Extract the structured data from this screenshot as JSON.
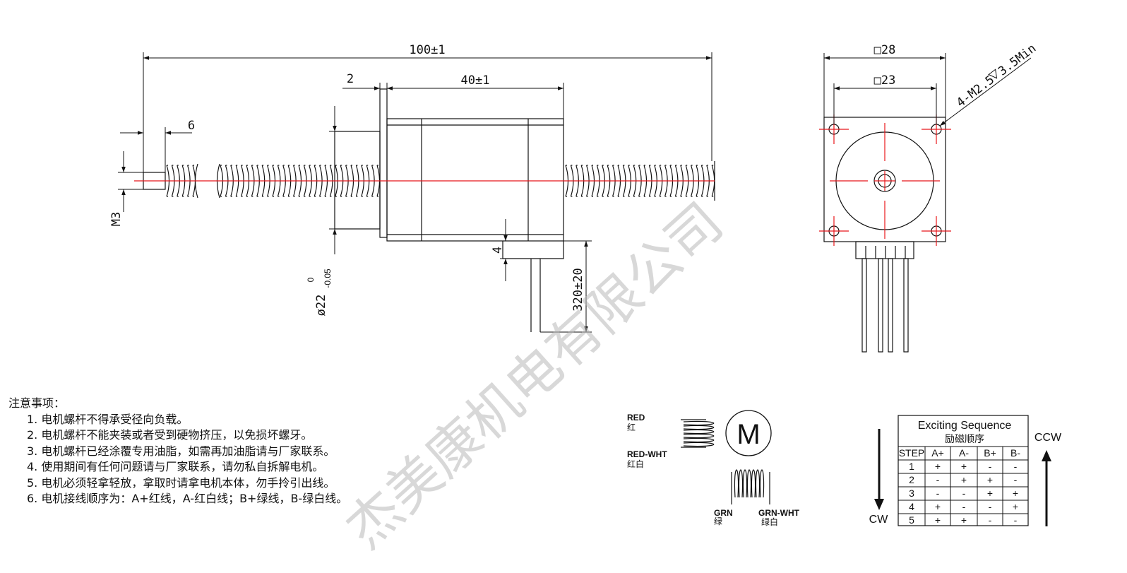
{
  "dimensions": {
    "total_length": "100±1",
    "body_length": "40±1",
    "flange": "2",
    "screw_tip": "6",
    "thread": "M3",
    "boss_dia": "ø22",
    "boss_tol_upper": "0",
    "boss_tol_lower": "-0.05",
    "cable_offset": "4",
    "cable_length": "320±20",
    "frame_outer": "□28",
    "hole_pitch": "□23",
    "holes": "4-M2.5",
    "hole_depth": "3.5Min"
  },
  "wiring": {
    "red": "RED",
    "red_cn": "红",
    "red_wht": "RED-WHT",
    "red_wht_cn": "红白",
    "grn": "GRN",
    "grn_cn": "绿",
    "grn_wht": "GRN-WHT",
    "grn_wht_cn": "绿白",
    "motor": "M"
  },
  "sequence": {
    "title": "Exciting Sequence",
    "title_cn": "励磁顺序",
    "headers": [
      "STEP",
      "A+",
      "A-",
      "B+",
      "B-"
    ],
    "rows": [
      [
        "1",
        "+",
        "+",
        "-",
        "-"
      ],
      [
        "2",
        "-",
        "+",
        "+",
        "-"
      ],
      [
        "3",
        "-",
        "-",
        "+",
        "+"
      ],
      [
        "4",
        "+",
        "-",
        "-",
        "+"
      ],
      [
        "5",
        "+",
        "+",
        "-",
        "-"
      ]
    ],
    "cw": "CW",
    "ccw": "CCW"
  },
  "notes": {
    "heading": "注意事项：",
    "items": [
      "1. 电机螺杆不得承受径向负载。",
      "2. 电机螺杆不能夹装或者受到硬物挤压，以免损坏螺牙。",
      "3. 电机螺杆已经涂覆专用油脂，如需再加油脂请与厂家联系。",
      "4. 使用期间有任何问题请与厂家联系，请勿私自拆解电机。",
      "5. 电机必须轻拿轻放，拿取时请拿电机本体，勿手拎引出线。",
      "6. 电机接线顺序为：A+红线，A-红白线；B+绿线，B-绿白线。"
    ]
  },
  "watermark": "杰美康机电有限公司",
  "colors": {
    "line": "#111111",
    "center": "#e8161b",
    "watermark": "#b9b9b9"
  }
}
